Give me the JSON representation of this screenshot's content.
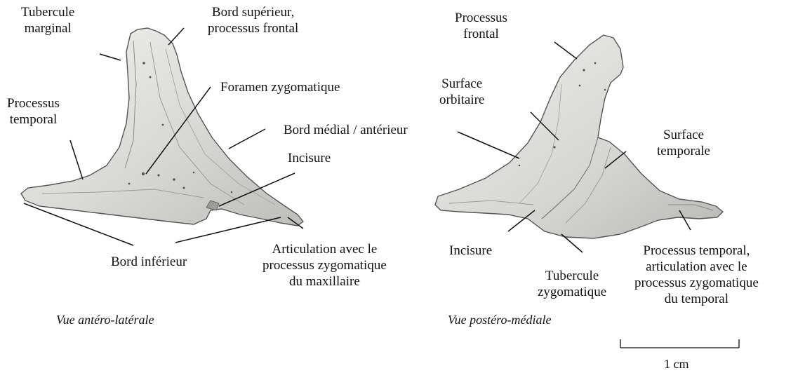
{
  "left_view": {
    "caption": "Vue antéro-latérale",
    "labels": {
      "tubercule_marginal": "Tubercule\nmarginal",
      "bord_superieur": "Bord supérieur,\nprocessus frontal",
      "foramen": "Foramen zygomatique",
      "processus_temporal": "Processus\ntemporal",
      "bord_medial": "Bord médial / antérieur",
      "incisure": "Incisure",
      "bord_inferieur": "Bord inférieur",
      "articulation_maxillaire": "Articulation avec le\nprocessus zygomatique\ndu maxillaire"
    }
  },
  "right_view": {
    "caption": "Vue postéro-médiale",
    "labels": {
      "processus_frontal": "Processus\nfrontal",
      "surface_orbitaire": "Surface\norbitaire",
      "surface_temporale": "Surface\ntemporale",
      "incisure": "Incisure",
      "tubercule_zygomatique": "Tubercule\nzygomatique",
      "processus_temporal_articulation": "Processus temporal,\narticulation avec le\nprocessus zygomatique\ndu temporal"
    }
  },
  "scale_bar": {
    "label": "1 cm"
  }
}
